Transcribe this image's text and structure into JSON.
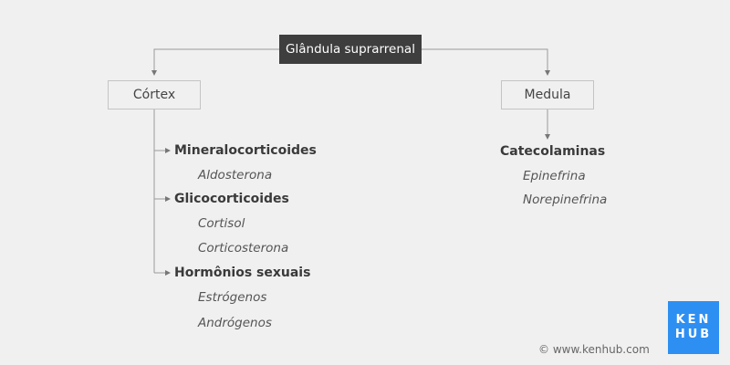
{
  "root": {
    "label": "Glândula suprarrenal"
  },
  "cortex": {
    "label": "Córtex",
    "groups": [
      {
        "heading": "Mineralocorticoides",
        "items": [
          "Aldosterona"
        ]
      },
      {
        "heading": "Glicocorticoides",
        "items": [
          "Cortisol",
          "Corticosterona"
        ]
      },
      {
        "heading": "Hormônios sexuais",
        "items": [
          "Estrógenos",
          "Andrógenos"
        ]
      }
    ]
  },
  "medula": {
    "label": "Medula",
    "groups": [
      {
        "heading": "Catecolaminas",
        "items": [
          "Epinefrina",
          "Norepinefrina"
        ]
      }
    ]
  },
  "footer": {
    "copyright": "© www.kenhub.com",
    "logo_line1": "KEN",
    "logo_line2": "HUB"
  },
  "colors": {
    "root_bg": "#3e3e3e",
    "box_border": "#c4c4c4",
    "line": "#9a9a9a",
    "logo_bg": "#2e8ff2"
  }
}
